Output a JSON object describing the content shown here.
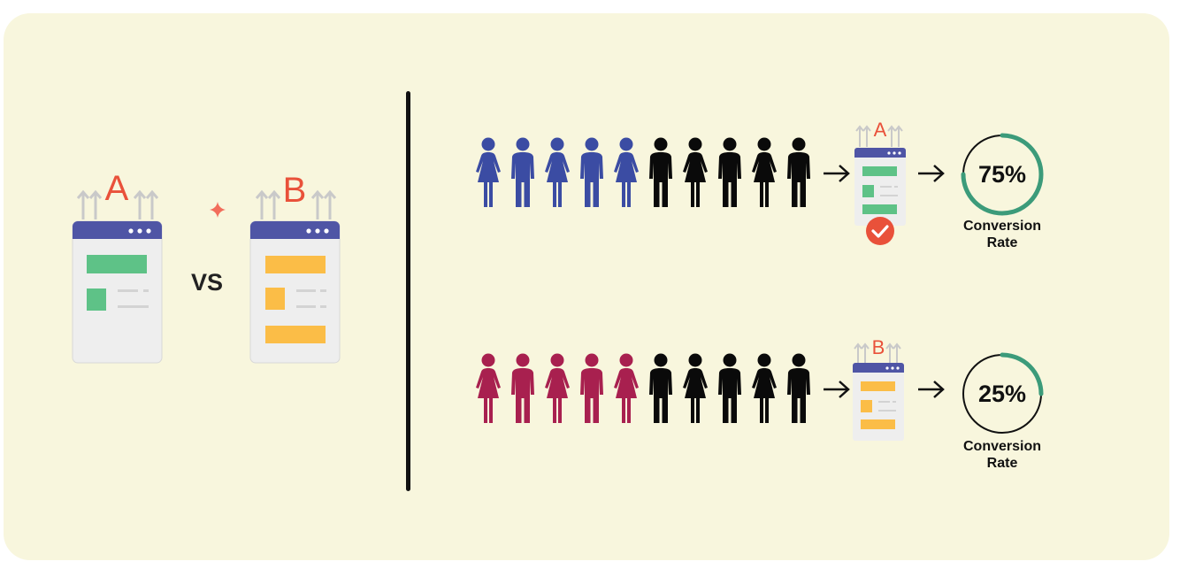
{
  "comparison": {
    "variant_a_label": "A",
    "variant_b_label": "B",
    "vs_label": "VS"
  },
  "results": [
    {
      "variant": "A",
      "highlight_color": "#3b4ca3",
      "highlighted_people": 5,
      "total_people": 10,
      "winner": true,
      "conversion_rate": 0.75,
      "conversion_label": "75%",
      "caption_line1": "Conversion",
      "caption_line2": "Rate"
    },
    {
      "variant": "B",
      "highlight_color": "#a8204f",
      "highlighted_people": 5,
      "total_people": 10,
      "winner": false,
      "conversion_rate": 0.25,
      "conversion_label": "25%",
      "caption_line1": "Conversion",
      "caption_line2": "Rate"
    }
  ],
  "colors": {
    "background": "#f8f6dd",
    "window_header": "#4f55a5",
    "variant_a_accent": "#5ec287",
    "variant_b_accent": "#fbbd47",
    "letter": "#e9513a",
    "gauge_ring": "#3c9b7a",
    "checkmark_badge": "#e9513a",
    "sparkle": "#f26d5b"
  }
}
